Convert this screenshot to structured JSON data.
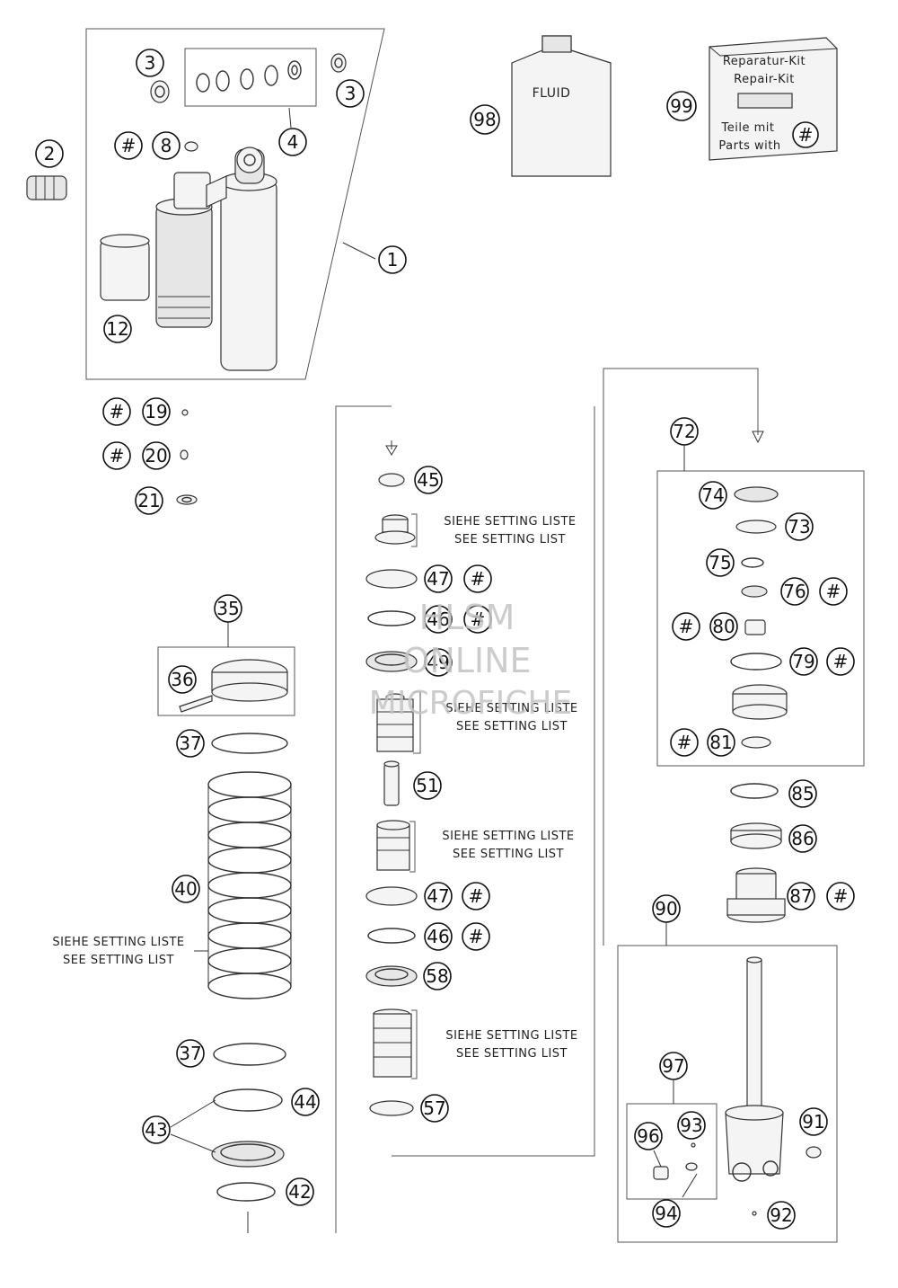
{
  "callouts": {
    "c1": "1",
    "c2": "2",
    "c3a": "3",
    "c3b": "3",
    "c4": "4",
    "c8": "8",
    "c12": "12",
    "c19": "19",
    "c20": "20",
    "c21": "21",
    "c35": "35",
    "c36": "36",
    "c37a": "37",
    "c37b": "37",
    "c40": "40",
    "c42": "42",
    "c43": "43",
    "c44": "44",
    "c45": "45",
    "c46a": "46",
    "c46b": "46",
    "c47a": "47",
    "c47b": "47",
    "c49": "49",
    "c51": "51",
    "c57": "57",
    "c58": "58",
    "c72": "72",
    "c73": "73",
    "c74": "74",
    "c75": "75",
    "c76": "76",
    "c79": "79",
    "c80": "80",
    "c81": "81",
    "c85": "85",
    "c86": "86",
    "c87": "87",
    "c90": "90",
    "c91": "91",
    "c92": "92",
    "c93": "93",
    "c94": "94",
    "c96": "96",
    "c97": "97",
    "c98": "98",
    "c99": "99",
    "hash": "#"
  },
  "labels": {
    "fluid": "FLUID",
    "kit_de": "Reparatur-Kit",
    "kit_en": "Repair-Kit",
    "kit_parts_de": "Teile mit",
    "kit_parts_en": "Parts with",
    "setting_de": "SIEHE SETTING LISTE",
    "setting_en": "SEE SETTING LIST"
  },
  "watermark": {
    "line1": "HLSM",
    "line2": "ONLINE",
    "line3": "MICROFICHE"
  },
  "colors": {
    "line": "#333333",
    "watermark": "#c4c4c4"
  }
}
